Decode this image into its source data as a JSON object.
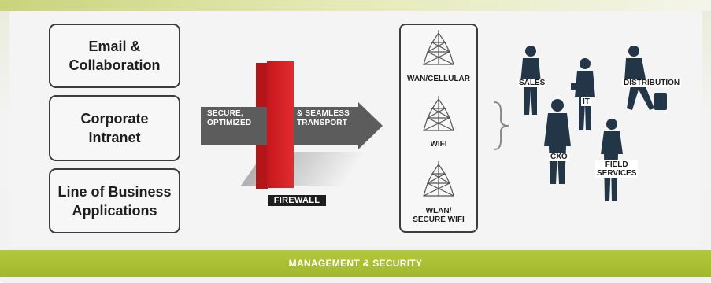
{
  "applications": [
    {
      "label_line1": "Email &",
      "label_line2": "Collaboration"
    },
    {
      "label_line1": "Corporate",
      "label_line2": "Intranet"
    },
    {
      "label_line1": "Line of Business",
      "label_line2": "Applications"
    }
  ],
  "transport": {
    "left_line1": "SECURE,",
    "left_line2": "OPTIMIZED",
    "right_line1": "& SEAMLESS",
    "right_line2": "TRANSPORT",
    "firewall_label": "FIREWALL"
  },
  "networks": [
    {
      "line1": "WAN/CELLULAR",
      "line2": ""
    },
    {
      "line1": "WIFI",
      "line2": ""
    },
    {
      "line1": "WLAN/",
      "line2": "SECURE WIFI"
    }
  ],
  "roles": {
    "sales": "SALES",
    "it": "IT",
    "distribution": "DISTRIBUTION",
    "cxo": "CXO",
    "field_line1": "FIELD",
    "field_line2": "SERVICES"
  },
  "footer": {
    "label": "MANAGEMENT & SECURITY"
  },
  "colors": {
    "accent_green": "#a8bd32",
    "firewall_red": "#d8202a",
    "arrow_gray": "#5a5a5a"
  }
}
